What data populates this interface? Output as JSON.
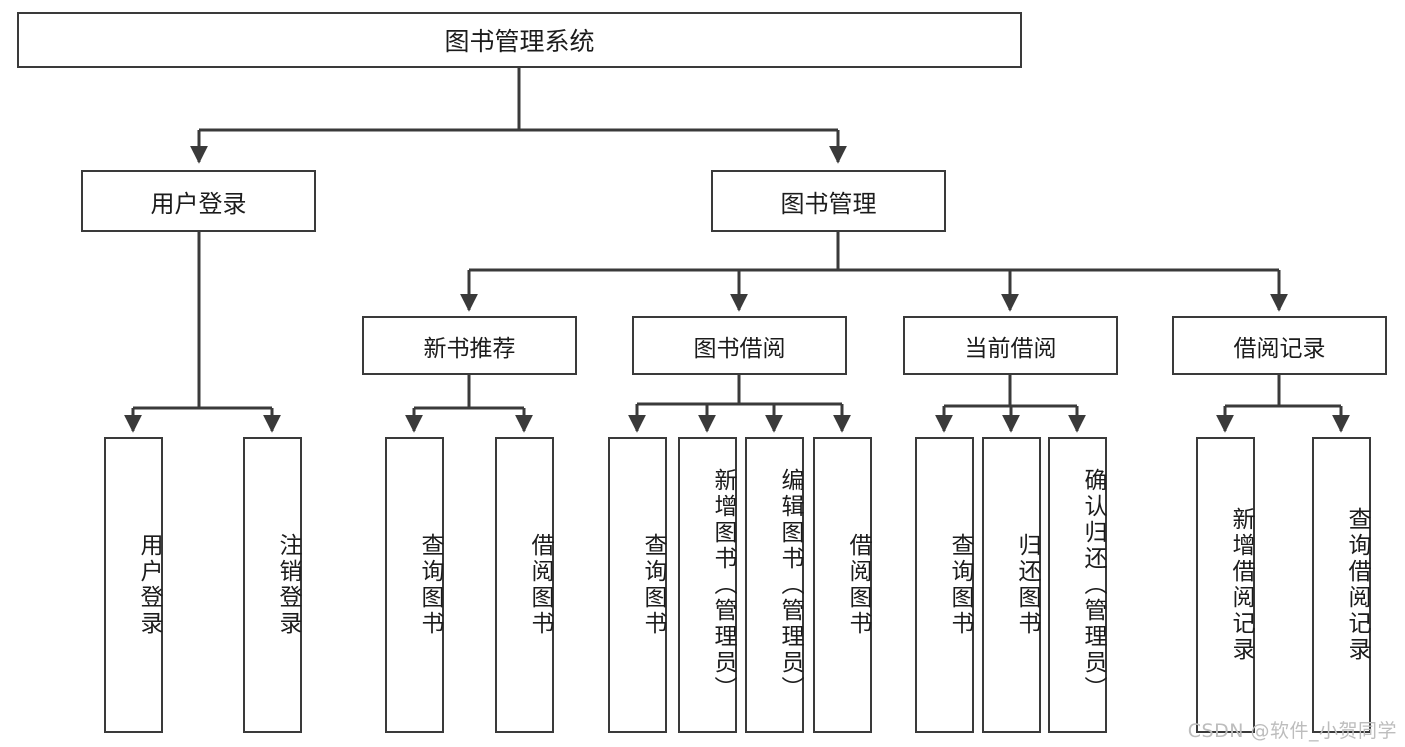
{
  "diagram": {
    "title": "图书管理系统",
    "type": "hierarchy-tree",
    "watermark": "CSDN @软件_小贺同学",
    "colors": {
      "box_border": "#3a3a3a",
      "box_fill": "#ffffff",
      "edge": "#3a3a3a",
      "text": "#1c1c1c",
      "watermark": "#bdbdbd",
      "background": "#ffffff"
    },
    "root": {
      "label": "图书管理系统"
    },
    "level2": [
      {
        "label": "用户登录"
      },
      {
        "label": "图书管理"
      }
    ],
    "level3": [
      {
        "label": "新书推荐"
      },
      {
        "label": "图书借阅"
      },
      {
        "label": "当前借阅"
      },
      {
        "label": "借阅记录"
      }
    ],
    "leaves": {
      "user_login": [
        {
          "label": "用户登录"
        },
        {
          "label": "注销登录"
        }
      ],
      "new_book_recommend": [
        {
          "label": "查询图书"
        },
        {
          "label": "借阅图书"
        }
      ],
      "book_borrow": [
        {
          "label": "查询图书"
        },
        {
          "label": "新增图书（管理员）"
        },
        {
          "label": "编辑图书（管理员）"
        },
        {
          "label": "借阅图书"
        }
      ],
      "current_borrow": [
        {
          "label": "查询图书"
        },
        {
          "label": "归还图书"
        },
        {
          "label": "确认归还（管理员）"
        }
      ],
      "borrow_record": [
        {
          "label": "新增借阅记录"
        },
        {
          "label": "查询借阅记录"
        }
      ]
    }
  }
}
